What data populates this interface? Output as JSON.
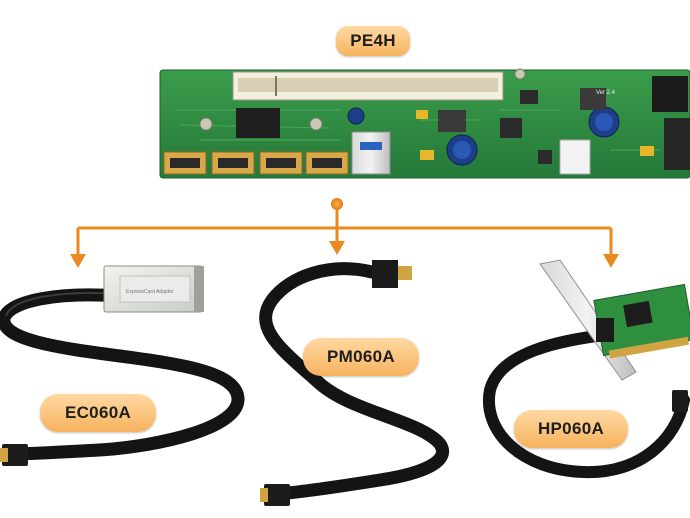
{
  "products": {
    "board_label": "PE4H",
    "cable_ec_label": "EC060A",
    "cable_pm_label": "PM060A",
    "cable_hp_label": "HP060A"
  },
  "board_print": {
    "version": "Ver 2.4",
    "card_text": "ExpressCard Adaptor"
  },
  "colors": {
    "pcb": "#2e8f3f",
    "connector_line": "#e98a1e",
    "label_fill": "#f6b35e",
    "cable": "#141414"
  }
}
